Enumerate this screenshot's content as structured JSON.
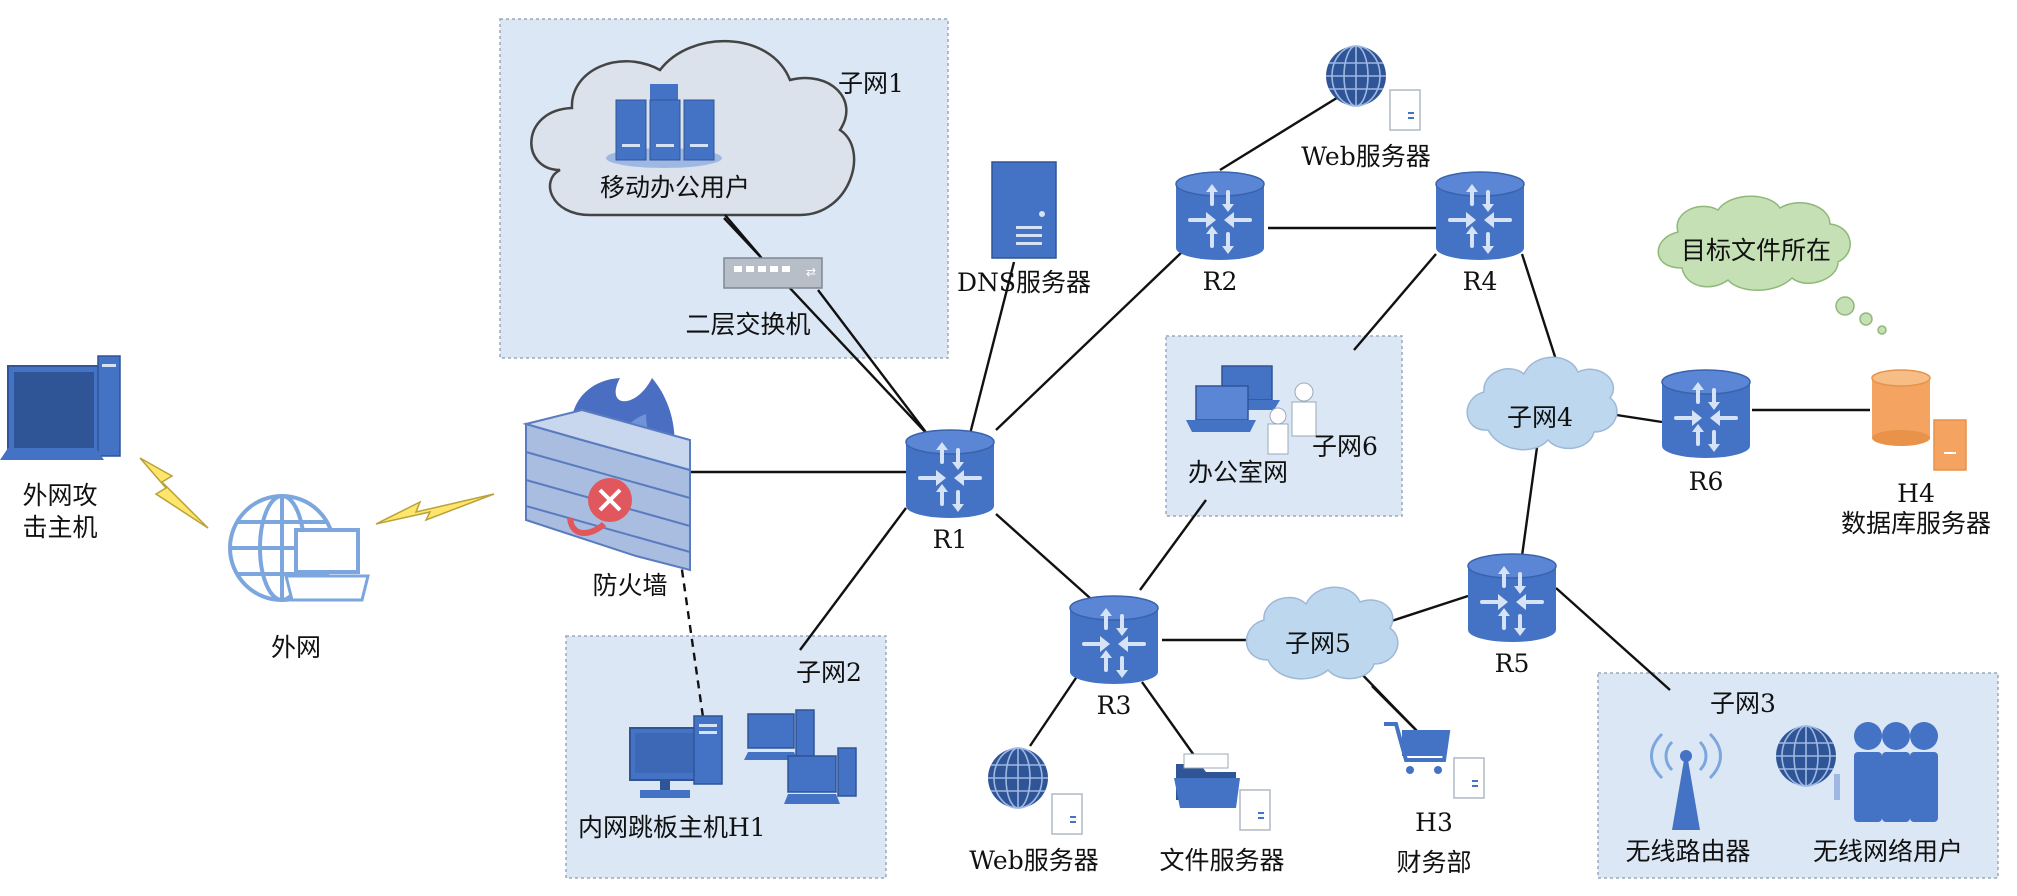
{
  "colors": {
    "router_blue": "#4472c4",
    "router_top": "#5b86d6",
    "subnet_fill": "#dbe7f5",
    "subnet_border": "#9aa8b8",
    "cloud_fill": "#bdd7ee",
    "thought_fill": "#c5e0b4",
    "db_orange": "#f4a460",
    "lightning": "#ffe66a"
  },
  "subnets": {
    "s1": "子网1",
    "s2": "子网2",
    "s3": "子网3",
    "s6": "子网6"
  },
  "clouds": {
    "c4": "子网4",
    "c5": "子网5",
    "mobile": "移动办公用户"
  },
  "routers": {
    "r1": "R1",
    "r2": "R2",
    "r3": "R3",
    "r4": "R4",
    "r5": "R5",
    "r6": "R6"
  },
  "nodes": {
    "attacker_l1": "外网攻",
    "attacker_l2": "击主机",
    "internet": "外网",
    "firewall": "防火墙",
    "switch": "二层交换机",
    "dns": "DNS服务器",
    "web_top": "Web服务器",
    "web_bottom": "Web服务器",
    "file_server": "文件服务器",
    "office_net": "办公室网",
    "jump_host": "内网跳板主机H1",
    "h3_l1": "H3",
    "h3_l2": "财务部",
    "h4_l1": "H4",
    "h4_l2": "数据库服务器",
    "wireless_router": "无线路由器",
    "wireless_users": "无线网络用户"
  },
  "thought": "目标文件所在"
}
